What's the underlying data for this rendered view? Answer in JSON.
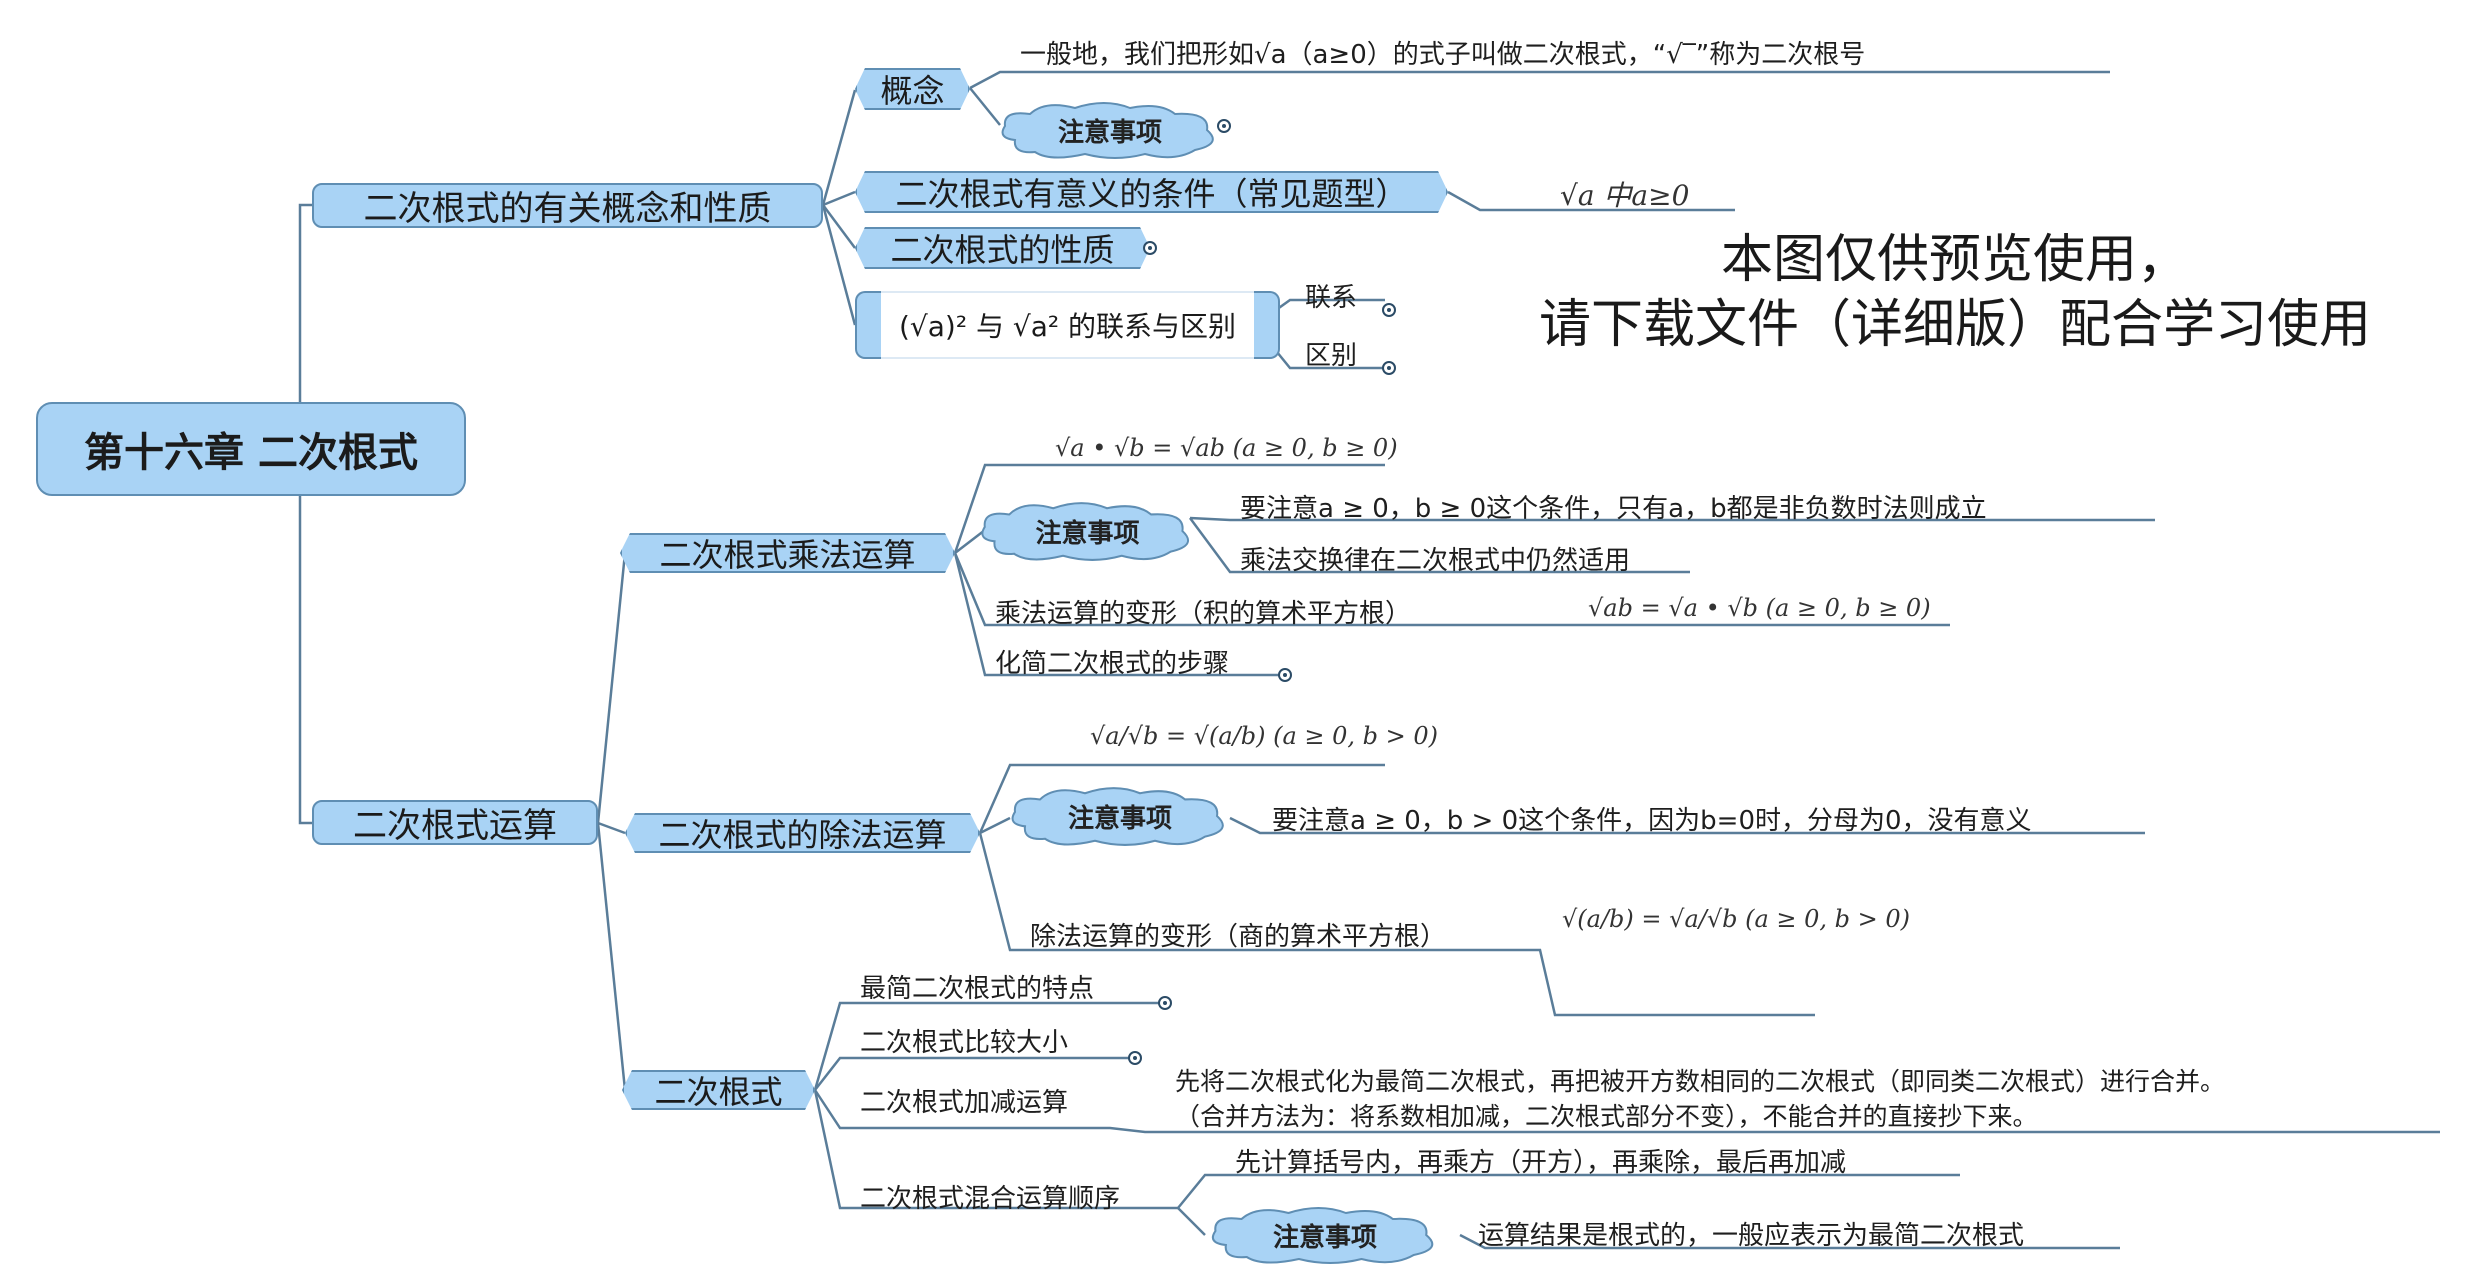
{
  "root": {
    "label": "第十六章  二次根式"
  },
  "watermark": {
    "line1": "本图仅供预览使用，",
    "line2": "请下载文件（详细版）配合学习使用"
  },
  "topic1": {
    "label": "二次根式的有关概念和性质",
    "concept": {
      "label": "概念",
      "definition": "一般地，我们把形如√a（a≥0）的式子叫做二次根式，“√‾”称为二次根号",
      "note": "注意事项"
    },
    "condition": {
      "label": "二次根式有意义的条件（常见题型）",
      "detail": "√a   中a≥0"
    },
    "property": {
      "label": "二次根式的性质"
    },
    "relation": {
      "label": "(√a)² 与 √a² 的联系与区别",
      "children": [
        "联系",
        "区别"
      ]
    }
  },
  "topic2": {
    "label": "二次根式运算",
    "multiply": {
      "label": "二次根式乘法运算",
      "formula": "√a • √b = √ab (a ≥ 0, b ≥ 0)",
      "note": "注意事项",
      "note_items": [
        "要注意a ≥ 0，b ≥ 0这个条件，只有a，b都是非负数时法则成立",
        "乘法交换律在二次根式中仍然适用"
      ],
      "variant": "乘法运算的变形（积的算术平方根）",
      "variant_formula": "√ab = √a • √b (a ≥ 0, b ≥ 0)",
      "simplify": "化简二次根式的步骤"
    },
    "divide": {
      "label": "二次根式的除法运算",
      "formula": "√a/√b = √(a/b) (a ≥ 0, b > 0)",
      "note": "注意事项",
      "note_item": "要注意a ≥ 0，b > 0这个条件，因为b=0时，分母为0，没有意义",
      "variant": "除法运算的变形（商的算术平方根）",
      "variant_formula": "√(a/b) = √a/√b (a ≥ 0, b > 0)"
    },
    "radical": {
      "label": "二次根式",
      "items": [
        "最简二次根式的特点",
        "二次根式比较大小",
        "二次根式加减运算",
        "二次根式混合运算顺序"
      ],
      "addsub_detail_line1": "先将二次根式化为最简二次根式，再把被开方数相同的二次根式（即同类二次根式）进行合并。",
      "addsub_detail_line2": "（合并方法为：将系数相加减，二次根式部分不变），不能合并的直接抄下来。",
      "mixed_order": "先计算括号内，再乘方（开方），再乘除，最后再加减",
      "mixed_note": "注意事项",
      "mixed_note_item": "运算结果是根式的，一般应表示为最简二次根式"
    }
  },
  "colors": {
    "node_fill": "#a9d3f5",
    "node_border": "#5f8eb3",
    "line": "#5a7d99"
  }
}
